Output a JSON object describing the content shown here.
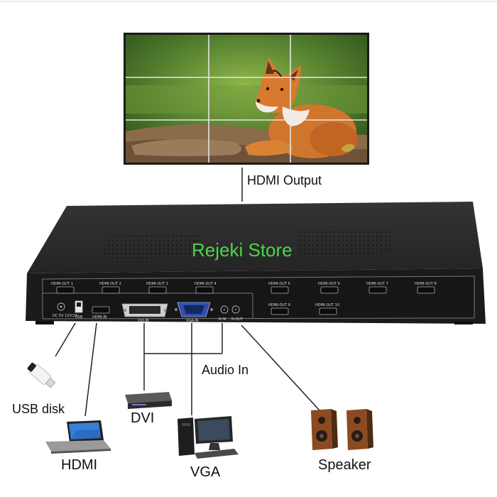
{
  "labels": {
    "hdmi_output": "HDMI Output",
    "audio_in": "Audio In",
    "usb_disk": "USB disk",
    "dvi": "DVI",
    "hdmi": "HDMI",
    "vga": "VGA",
    "speaker": "Speaker"
  },
  "watermark": "Rejeki Store",
  "device_ports": {
    "outputs_top": [
      "HDMI-OUT 1",
      "HDMI-OUT 2",
      "HDMI-OUT 3",
      "HDMI-OUT 4",
      "HDMI-OUT 5",
      "HDMI-OUT 6",
      "HDMI-OUT 7",
      "HDMI-OUT 8"
    ],
    "outputs_bottom": [
      "HDMI-OUT 9",
      "HDMI-OUT 10"
    ],
    "inputs": [
      "DC 5V 12V/2A",
      "USB",
      "HDMI-IN",
      "DVI-IN",
      "VGA-IN",
      "R-IN",
      "R-OUT"
    ]
  },
  "video_wall": {
    "rows": 3,
    "cols": 3
  },
  "colors": {
    "watermark": "#49d64a",
    "device_body": "#1e1e1e",
    "device_top": "#2a2a2a",
    "connector_line": "#222222"
  }
}
